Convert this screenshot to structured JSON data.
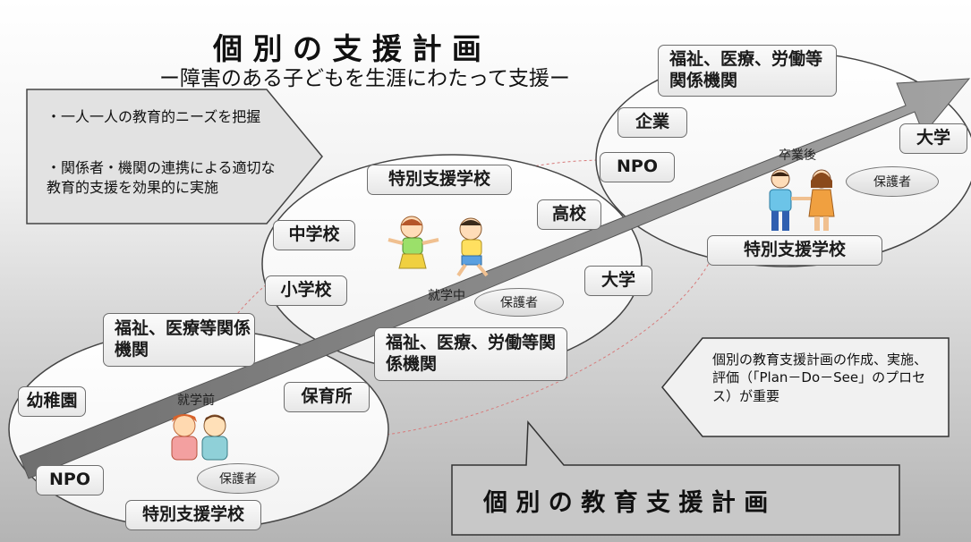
{
  "title": {
    "main": "個 別 の 支 援 計 画",
    "sub": "ー障害のある子どもを生涯にわたって支援ー"
  },
  "left_callout": {
    "points": [
      "・一人一人の教育的ニーズを把握",
      "・関係者・機関の連携による適切な教育的支援を効果的に実施"
    ]
  },
  "right_callout": {
    "text": "個別の教育支援計画の作成、実施、評価（「Plan－Do－See」のプロセス）が重要"
  },
  "bottom_banner": "個 別 の 教 育 支 援 計 画",
  "stages": {
    "preschool": {
      "label": "就学前",
      "guardian": "保護者",
      "boxes": {
        "welfare": "福祉、医療等関係機関",
        "kindergarten": "幼稚園",
        "nursery": "保育所",
        "npo": "NPO",
        "special_school": "特別支援学校"
      }
    },
    "in_school": {
      "label": "就学中",
      "guardian": "保護者",
      "boxes": {
        "special_school": "特別支援学校",
        "high_school": "高校",
        "junior_high": "中学校",
        "elementary": "小学校",
        "university": "大学",
        "welfare": "福祉、医療、労働等関係機関"
      }
    },
    "after_graduation": {
      "label": "卒業後",
      "guardian": "保護者",
      "boxes": {
        "welfare": "福祉、医療、労働等関係機関",
        "company": "企業",
        "npo": "NPO",
        "university": "大学",
        "special_school": "特別支援学校"
      }
    }
  },
  "colors": {
    "arrow": "#8a8a8a",
    "ellipse_fill": "#ffffff",
    "outline": "#555555",
    "dashed_guide": "#d77a7a"
  }
}
